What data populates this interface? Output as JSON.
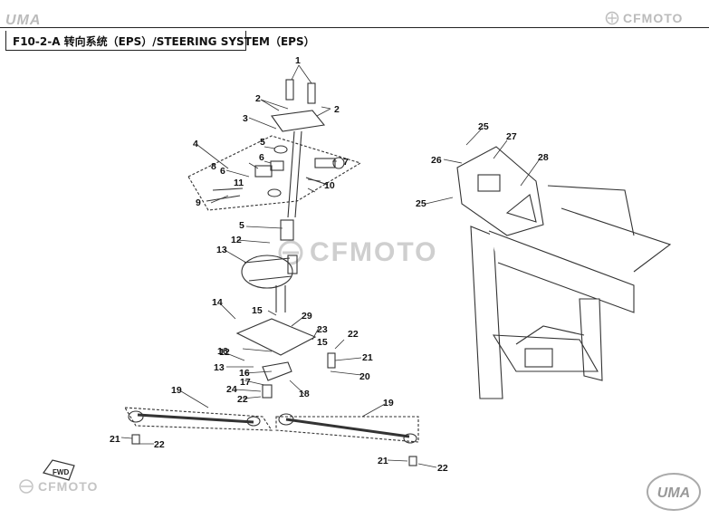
{
  "header": {
    "title": "F10-2-A 转向系统（EPS）/STEERING SYSTEM（EPS）",
    "logo_top_left": "UMA",
    "brand_top_right": "CFMOTO"
  },
  "watermark": {
    "center_brand": "CFMOTO",
    "bottom_left_brand": "CFMOTO",
    "bottom_right_logo": "UMA"
  },
  "diagram": {
    "fwd_label": "FWD",
    "callouts": [
      "1",
      "2",
      "2",
      "3",
      "4",
      "5",
      "6",
      "6",
      "7",
      "8",
      "9",
      "10",
      "11",
      "5",
      "12",
      "13",
      "14",
      "15",
      "29",
      "23",
      "15",
      "16",
      "22",
      "12",
      "21",
      "13",
      "16",
      "20",
      "17",
      "24",
      "18",
      "22",
      "19",
      "19",
      "21",
      "22",
      "21",
      "22",
      "25",
      "26",
      "27",
      "28",
      "25"
    ]
  },
  "colors": {
    "line": "#333333",
    "brand_gray": "#bbbbbb"
  }
}
